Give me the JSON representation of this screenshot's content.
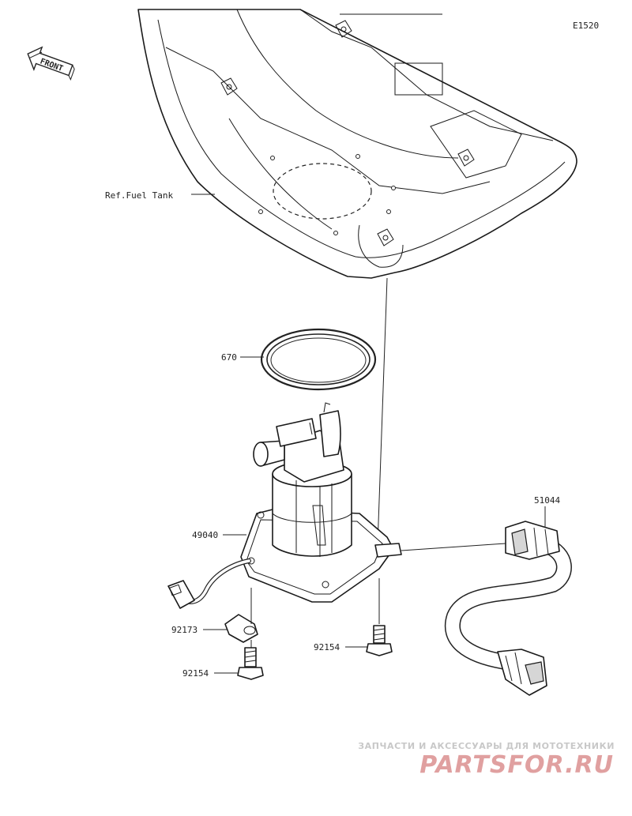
{
  "diagram_code": "E1520",
  "front_label": "FRONT",
  "callouts": {
    "ref_fuel_tank": "Ref.Fuel Tank",
    "gasket": "670",
    "pump": "49040",
    "hose": "51044",
    "clip": "92173",
    "bolt_left": "92154",
    "bolt_right": "92154"
  },
  "watermark": {
    "subtitle": "ЗАПЧАСТИ И АКСЕССУАРЫ ДЛЯ МОТОТЕХНИКИ",
    "logo": "PARTSFOR.RU",
    "color": "#e0a0a0"
  }
}
